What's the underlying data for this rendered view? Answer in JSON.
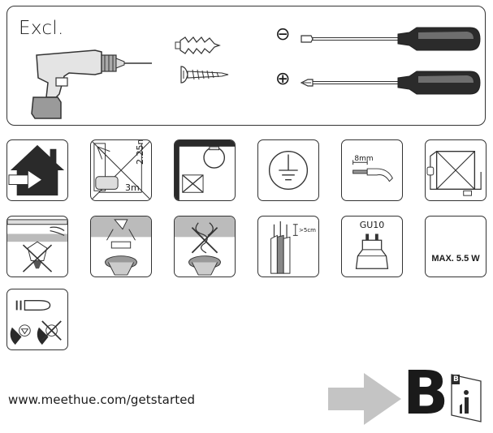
{
  "panel": {
    "title": "Excl."
  },
  "tools": [
    {
      "name": "drill-icon"
    },
    {
      "name": "wall-plug-icon"
    },
    {
      "name": "screw-icon"
    },
    {
      "name": "flathead-screwdriver-icon",
      "symbol": "⊖"
    },
    {
      "name": "phillips-screwdriver-icon",
      "symbol": "⊕"
    }
  ],
  "icons_row1": [
    {
      "name": "indoor-use-icon"
    },
    {
      "name": "bathroom-distance-icon",
      "label_distance_h": "2.25m",
      "label_distance_w": "3m"
    },
    {
      "name": "no-ceiling-lamp-icon"
    },
    {
      "name": "earth-ground-icon"
    },
    {
      "name": "wire-strip-icon",
      "label": "8mm"
    },
    {
      "name": "no-cord-switch-icon"
    }
  ],
  "icons_row2": [
    {
      "name": "no-track-mount-icon"
    },
    {
      "name": "ceiling-mount-icon"
    },
    {
      "name": "no-wire-tangle-icon"
    },
    {
      "name": "wire-length-icon",
      "label": ">5cm"
    },
    {
      "name": "gu10-bulb-icon",
      "label": "GU10"
    },
    {
      "name": "max-wattage-icon",
      "label": "MAX. 5.5 W"
    }
  ],
  "icons_row3": [
    {
      "name": "dimmer-warning-icon"
    }
  ],
  "footer": {
    "url": "www.meethue.com/getstarted",
    "section_letter": "B",
    "booklet_letter": "B",
    "arrow_color": "#c4c4c4"
  }
}
